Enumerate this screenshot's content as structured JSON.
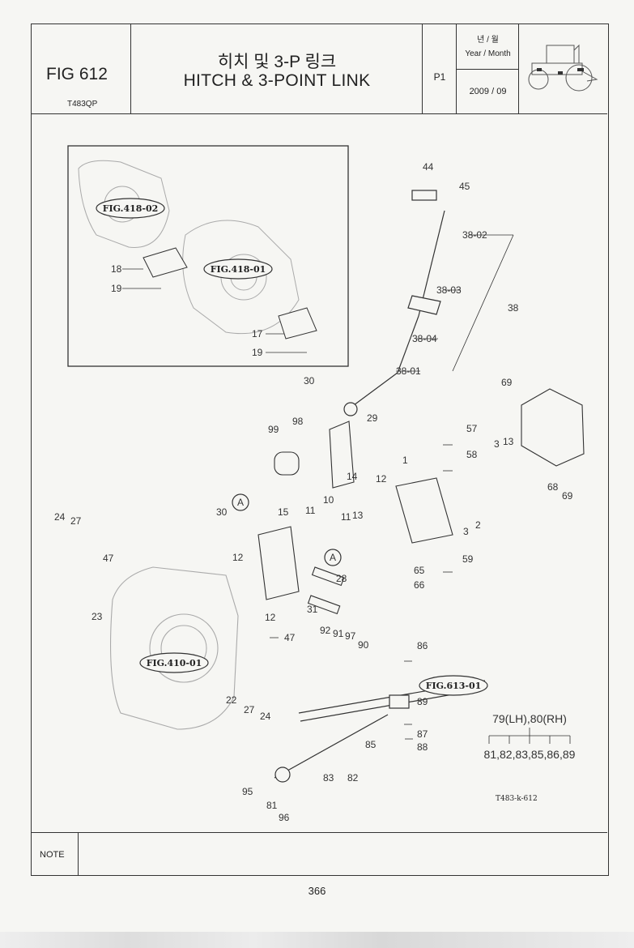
{
  "header": {
    "fig_label": "FIG 612",
    "model_code": "T483QP",
    "title_ko": "히치 및 3-P 링크",
    "title_en": "HITCH & 3-POINT LINK",
    "page_code": "P1",
    "year_month_ko": "년 / 월",
    "year_month_en": "Year / Month",
    "date": "2009 / 09"
  },
  "diagram": {
    "inset_refs": [
      "FIG.418-02",
      "FIG.418-01"
    ],
    "refs": [
      "FIG.410-01",
      "FIG.613-01"
    ],
    "callout": "A",
    "drawing_code": "T483-k-612",
    "part_labels": [
      "44",
      "45",
      "38-02",
      "38-03",
      "38",
      "38-04",
      "38-01",
      "30",
      "98",
      "29",
      "99",
      "14",
      "57",
      "58",
      "69",
      "3",
      "13",
      "68",
      "69",
      "1",
      "12",
      "24",
      "27",
      "47",
      "23",
      "30",
      "15",
      "11",
      "10",
      "11",
      "13",
      "12",
      "2",
      "3",
      "59",
      "65",
      "66",
      "28",
      "31",
      "12",
      "92",
      "91",
      "97",
      "90",
      "86",
      "47",
      "22",
      "27",
      "24",
      "89",
      "87",
      "85",
      "88",
      "95",
      "83",
      "82",
      "81",
      "96",
      "18",
      "19",
      "17",
      "19"
    ],
    "legend_top": "79(LH),80(RH)",
    "legend_bottom": "81,82,83,85,86,89"
  },
  "footer": {
    "note_label": "NOTE",
    "page_number": "366"
  }
}
